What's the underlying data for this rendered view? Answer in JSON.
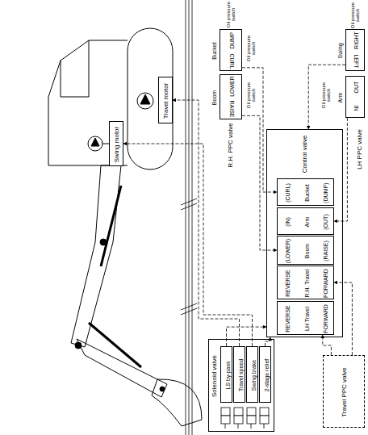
{
  "diagram": {
    "nodes": [
      {
        "text": [
          "Bucket",
          "DUMP",
          "CURL"
        ]
      },
      {
        "text": [
          "Boom",
          "LOWER",
          "RAISE"
        ]
      },
      {
        "text": [
          "Swing",
          "RIGHT",
          "LEFT"
        ]
      },
      {
        "text": [
          "Arm",
          "OUT",
          "IN"
        ]
      },
      {
        "text": [
          "Control valve"
        ]
      },
      {
        "text": [
          "(CURL)",
          "Bucket",
          "(DUMP)"
        ],
        "in": 4
      },
      {
        "text": [
          "(IN)",
          "Arm",
          "(OUT)"
        ],
        "in": 4
      },
      {
        "text": [
          "(LOWER)",
          "Boom",
          "(RAISE)"
        ],
        "in": 4
      },
      {
        "text": [
          "REVERSE",
          "R.H. Travel",
          "FORWARD"
        ],
        "in": 4
      },
      {
        "text": [
          "REVERSE",
          "LH Travel",
          "FORWARD"
        ],
        "in": 4
      },
      {
        "text": [
          "Travel PPC valve"
        ]
      },
      {
        "text": [
          "Solenoid valve"
        ]
      },
      {
        "text": [
          "LS by-pass"
        ],
        "in": 11
      },
      {
        "text": [
          "Travel speed"
        ],
        "in": 11
      },
      {
        "text": [
          "Swing brake"
        ],
        "in": 11
      },
      {
        "text": [
          "2-stage relief"
        ],
        "in": 11
      },
      {
        "text": [
          "Swing motor"
        ]
      },
      {
        "text": [
          "Travel motor"
        ]
      }
    ],
    "edges": [
      {
        "from": 0,
        "to": 5,
        "arrow": "to"
      },
      {
        "from": 3,
        "to": 6,
        "arrow": "to"
      },
      {
        "from": 1,
        "to": 7,
        "arrow": "to"
      },
      {
        "from": 2,
        "to": 4,
        "arrow": "to"
      },
      {
        "from": 10,
        "to": 8,
        "arrow": "to"
      },
      {
        "from": 10,
        "to": 9,
        "arrow": "to"
      },
      {
        "from": 12,
        "to": 4,
        "arrow": "to"
      },
      {
        "from": 13,
        "to": 17,
        "arrow": "to"
      },
      {
        "from": 14,
        "to": 16,
        "arrow": "to"
      },
      {
        "from": 15,
        "to": 4,
        "arrow": "to"
      }
    ],
    "labels": [
      "Oil pressure switch",
      "Oil pressure switch",
      "Oil pressure switch",
      "R.H. PPC valve",
      "Oil pressure switch",
      "Oil pressure switch",
      "LH PPC valve"
    ]
  }
}
